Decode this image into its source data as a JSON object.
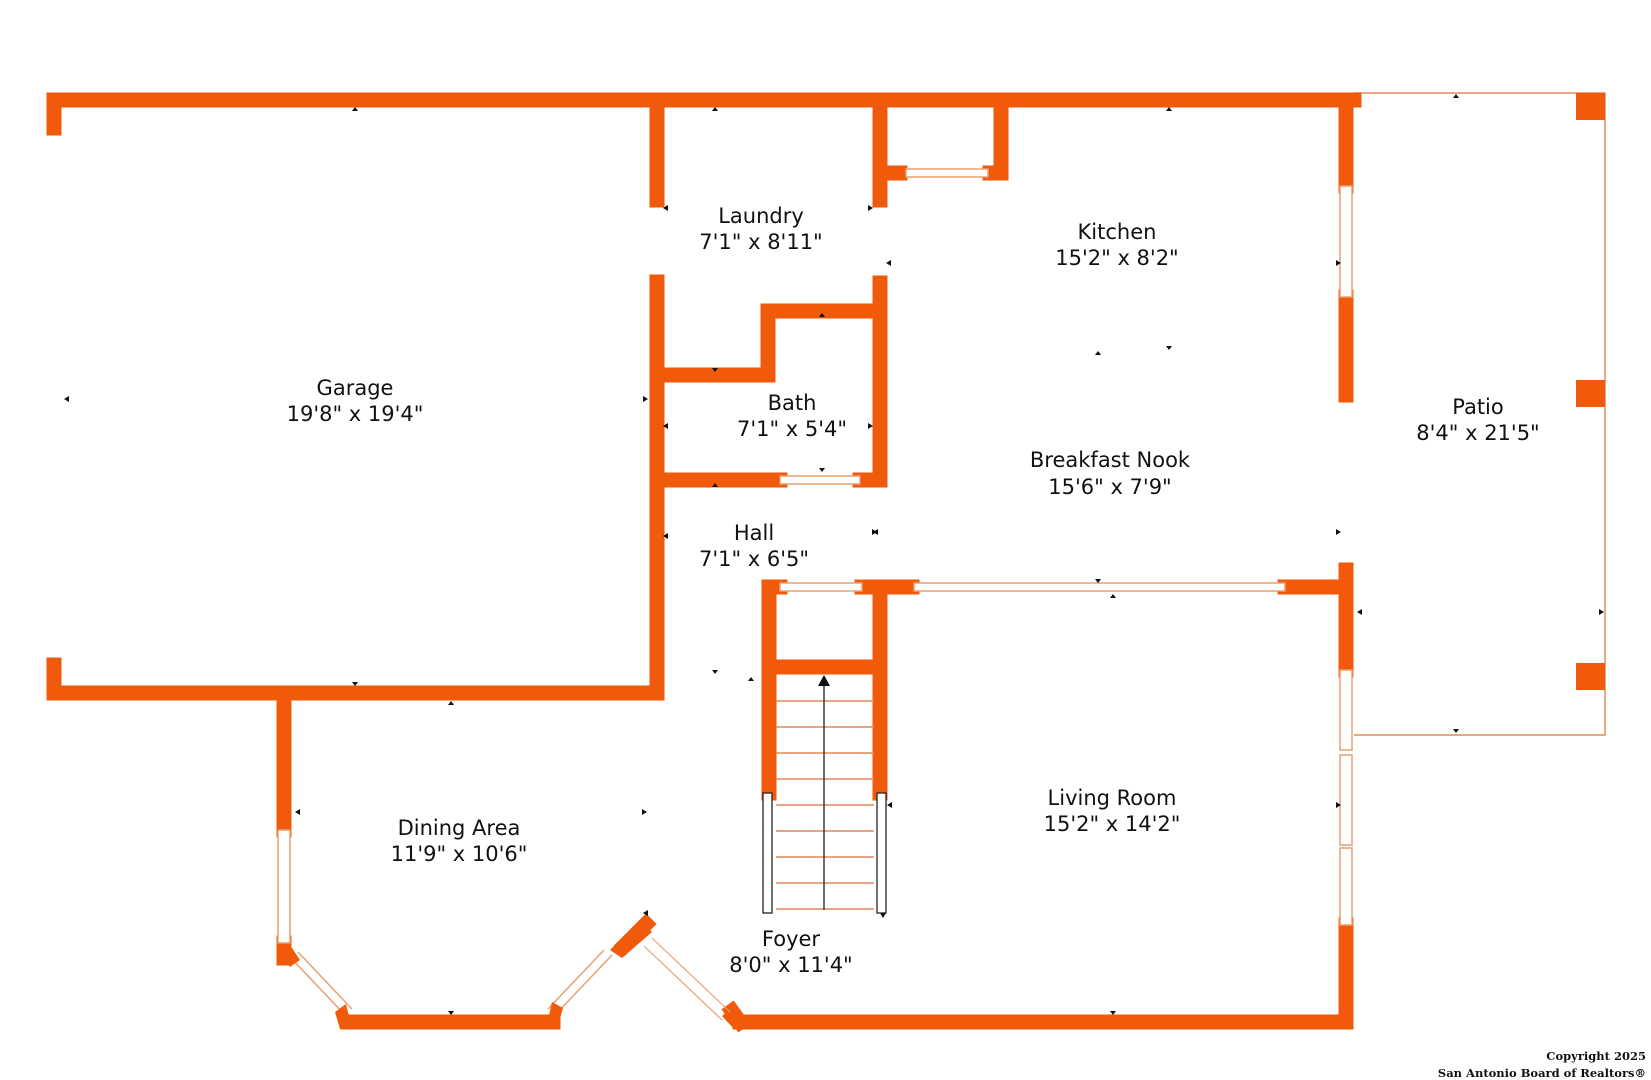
{
  "colors": {
    "wall": "#F05A0A",
    "thin_line": "#E38C55",
    "window_frame": "#E8A070",
    "stair_tread": "#E08A5A",
    "text": "#111111",
    "background": "#FFFFFF"
  },
  "rooms": {
    "garage": {
      "name": "Garage",
      "dims": "19'8\" x 19'4\""
    },
    "laundry": {
      "name": "Laundry",
      "dims": "7'1\" x 8'11\""
    },
    "kitchen": {
      "name": "Kitchen",
      "dims": "15'2\" x 8'2\""
    },
    "bath": {
      "name": "Bath",
      "dims": "7'1\" x 5'4\""
    },
    "breakfast_nook": {
      "name": "Breakfast Nook",
      "dims": "15'6\" x 7'9\""
    },
    "patio": {
      "name": "Patio",
      "dims": "8'4\" x 21'5\""
    },
    "hall": {
      "name": "Hall",
      "dims": "7'1\" x 6'5\""
    },
    "living_room": {
      "name": "Living Room",
      "dims": "15'2\" x 14'2\""
    },
    "dining_area": {
      "name": "Dining Area",
      "dims": "11'9\" x 10'6\""
    },
    "foyer": {
      "name": "Foyer",
      "dims": "8'0\" x 11'4\""
    }
  },
  "copyright": {
    "line1": "Copyright 2025",
    "line2": "San Antonio Board of Realtors®"
  }
}
